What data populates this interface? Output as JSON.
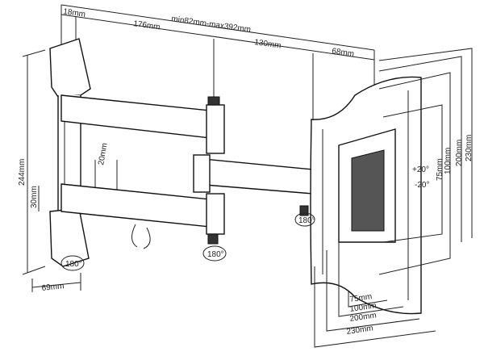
{
  "title": "Full-motion TV wall mount dimension drawing",
  "dimensions": {
    "wall_plate_depth": "18mm",
    "extension_range": "min82mm-max392mm",
    "arm1_length": "176mm",
    "arm2_length": "130mm",
    "head_depth": "68mm",
    "wall_plate_height": "244mm",
    "arm_height": "30mm",
    "arm_gap": "20mm",
    "wall_plate_width": "69mm",
    "tilt_up": "+20°",
    "tilt_down": "-20°",
    "vesa_vertical": [
      "75mm",
      "100mm",
      "200mm",
      "230mm"
    ],
    "vesa_horizontal": [
      "75mm",
      "100mm",
      "200mm",
      "230mm"
    ]
  },
  "rotation_labels": [
    "180°",
    "180°",
    "180°"
  ]
}
